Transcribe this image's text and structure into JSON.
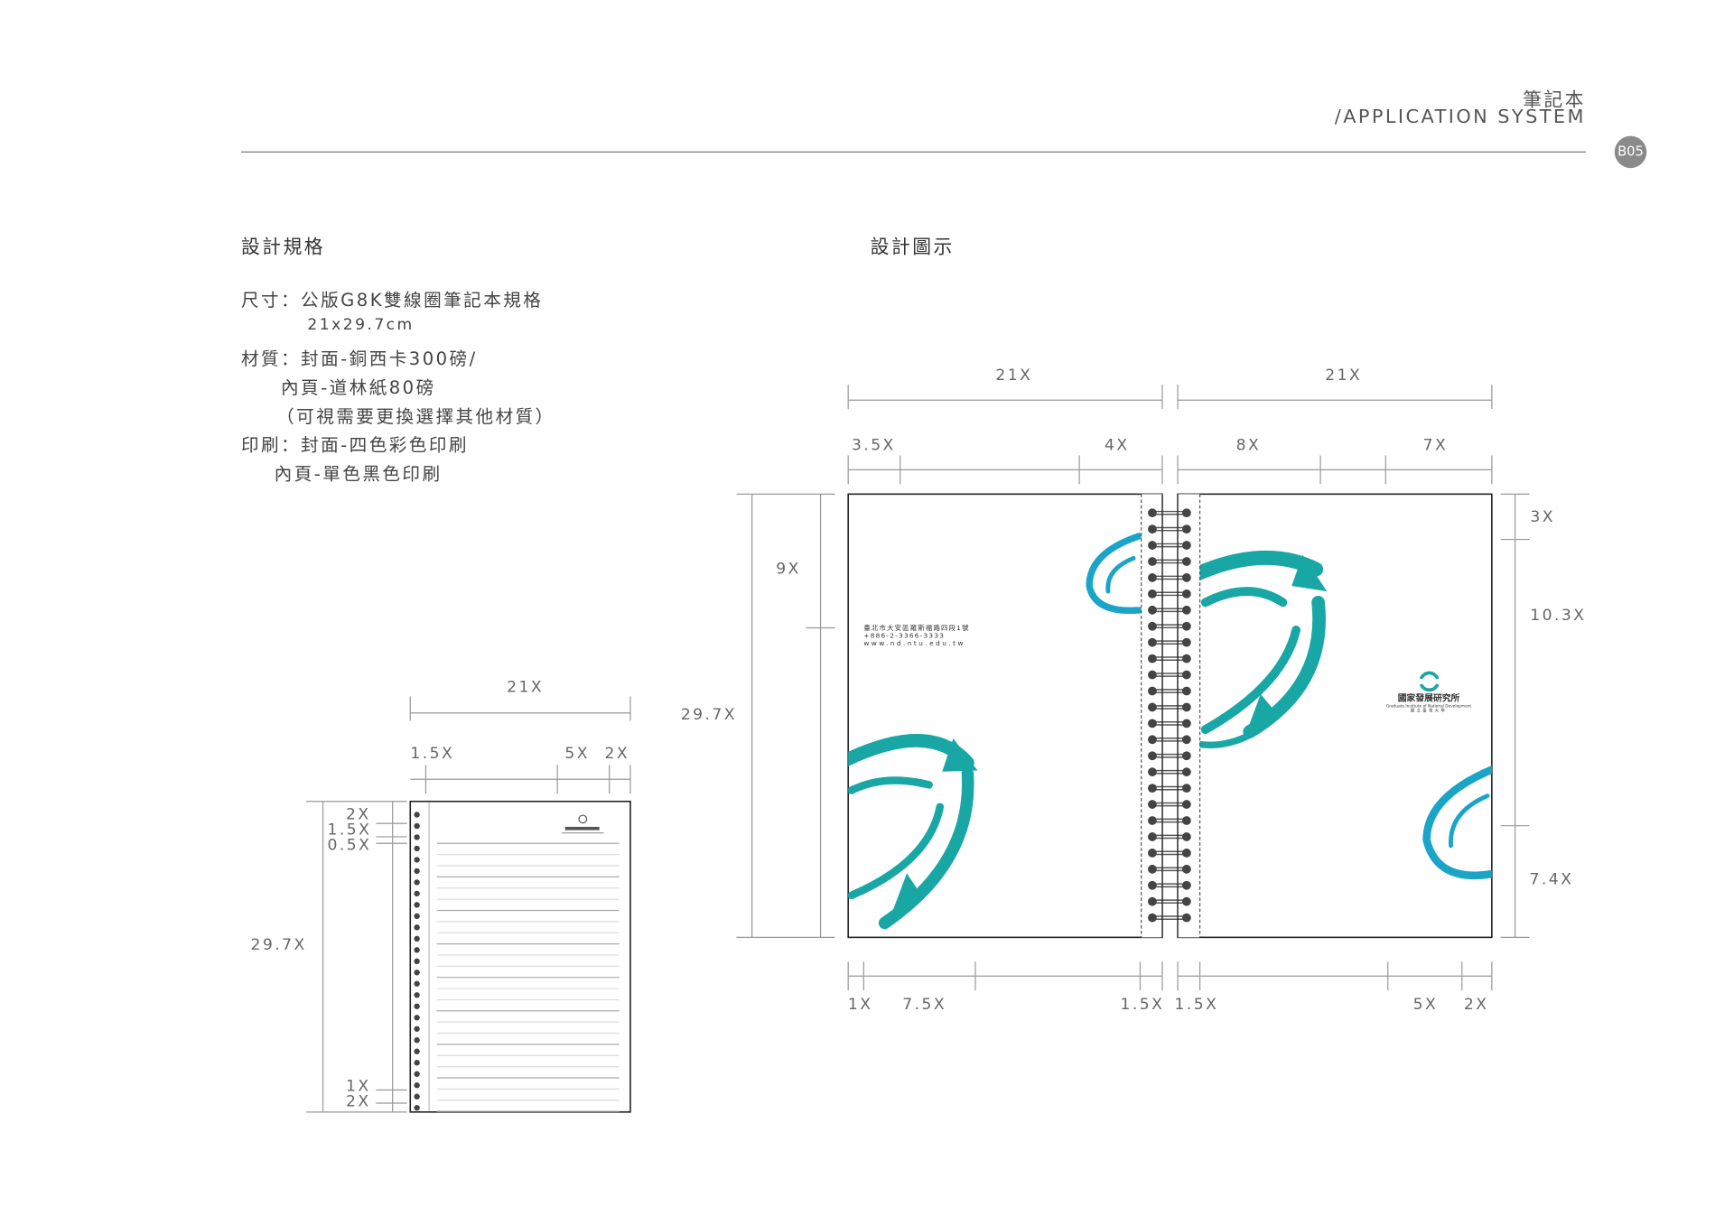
{
  "header": {
    "title": "筆記本",
    "subtitle": "/APPLICATION SYSTEM",
    "page_badge": "B05"
  },
  "spec": {
    "heading": "設計規格",
    "lines": [
      "尺寸：公版G8K雙線圈筆記本規格",
      "21x29.7cm",
      "材質：封面-銅西卡300磅/",
      "內頁-道林紙80磅",
      "（可視需要更換選擇其他材質）",
      "印刷：封面-四色彩色印刷",
      "內頁-單色黑色印刷"
    ]
  },
  "diagram": {
    "heading": "設計圖示"
  },
  "inner_page_dims": {
    "width": "21X",
    "top": [
      "1.5X",
      "5X",
      "2X"
    ],
    "height": "29.7X",
    "left_top": [
      "2X",
      "1.5X",
      "0.5X"
    ],
    "left_bottom": [
      "1X",
      "2X"
    ]
  },
  "spread_dims": {
    "left_width": "21X",
    "right_width": "21X",
    "left_top": [
      "3.5X",
      "4X"
    ],
    "right_top": [
      "8X",
      "7X"
    ],
    "left_height": "29.7X",
    "left_offset": "9X",
    "right_side": [
      "3X",
      "10.3X",
      "7.4X"
    ],
    "bottom_left": [
      "1X",
      "7.5X",
      "1.5X"
    ],
    "bottom_right": [
      "1.5X",
      "5X",
      "2X"
    ]
  },
  "back_cover": {
    "address": "臺北市大安區羅斯福路四段1號",
    "phone": "+886-2-3366-3333",
    "website": "www.nd.ntu.edu.tw"
  },
  "front_cover": {
    "logo_name": "國家發展研究所",
    "logo_english": "Graduate Institute of National Development",
    "logo_sub": "國立臺灣大學"
  },
  "colors": {
    "teal": "#19a7a5",
    "cyan": "#1aa5c8",
    "line": "#999999",
    "badge": "#8a8a8a"
  }
}
